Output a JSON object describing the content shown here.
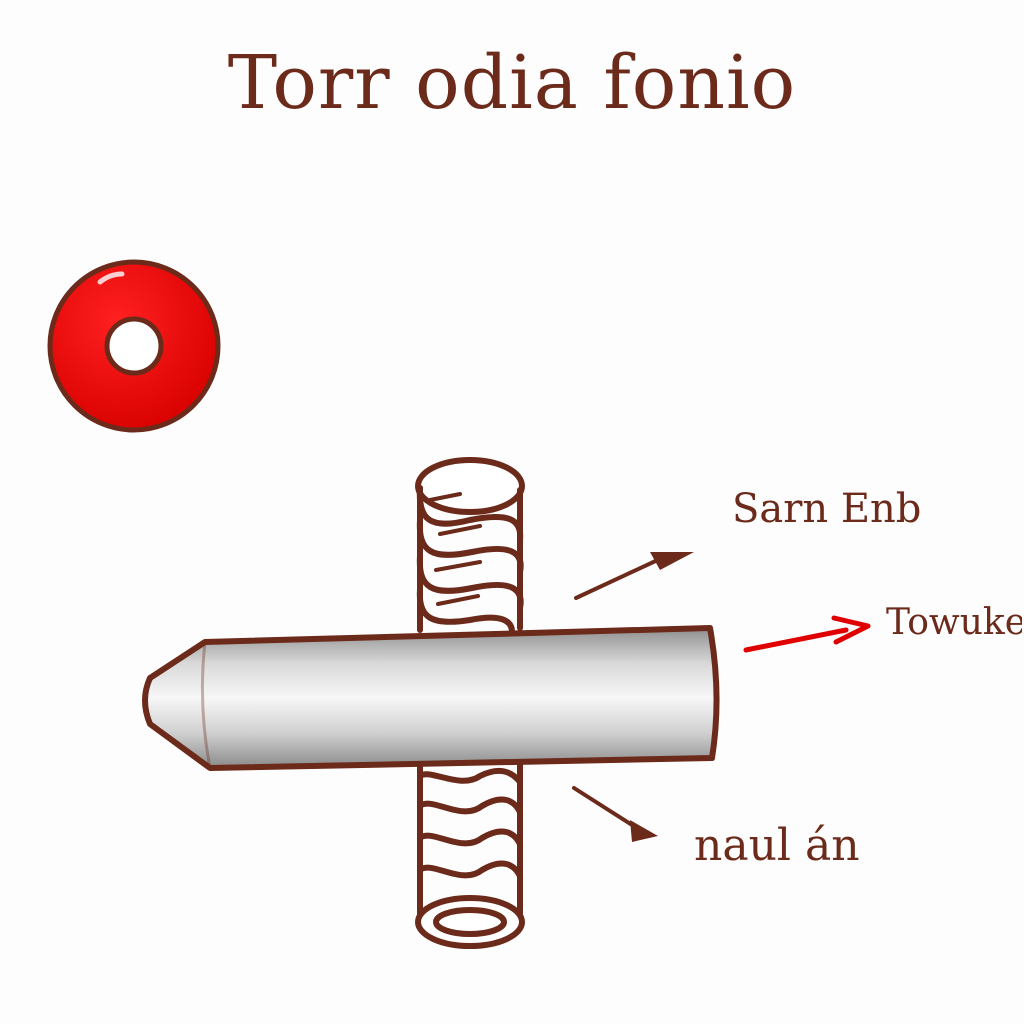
{
  "diagram": {
    "title": "Torr odia fonio",
    "labels": {
      "top": "Sarn Enb",
      "middle": "Towuker",
      "bottom": "naul án"
    },
    "colors": {
      "ink": "#6b2a1a",
      "accent_red": "#e00000",
      "rod_light": "#f4f4f4",
      "rod_dark": "#9a9a9a"
    }
  }
}
